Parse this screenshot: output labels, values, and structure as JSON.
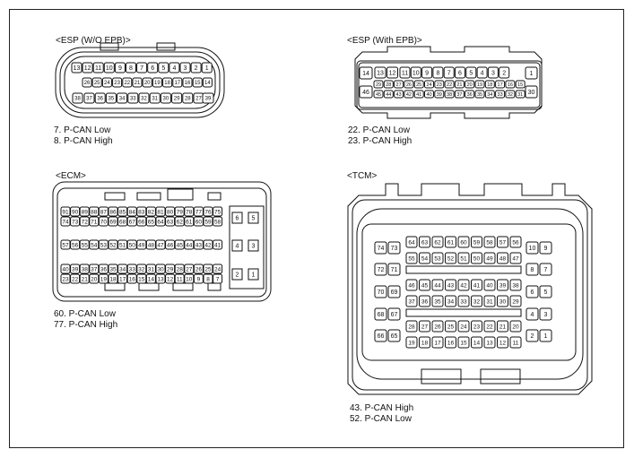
{
  "esp_wo": {
    "title": "<ESP (W/O EPB)>",
    "notes": [
      "7. P-CAN Low",
      "8. P-CAN High"
    ],
    "row1": [
      "13",
      "12",
      "11",
      "10",
      "9",
      "8",
      "7",
      "6",
      "5",
      "4",
      "3",
      "2",
      "1"
    ],
    "row2": [
      "26",
      "25",
      "24",
      "23",
      "22",
      "21",
      "20",
      "19",
      "18",
      "17",
      "16",
      "15",
      "14"
    ],
    "row3": [
      "38",
      "37",
      "36",
      "35",
      "34",
      "33",
      "32",
      "31",
      "30",
      "29",
      "28",
      "27"
    ]
  },
  "esp_with": {
    "title": "<ESP (With EPB)>",
    "notes": [
      "22. P-CAN Low",
      "23. P-CAN High"
    ],
    "big": [
      "14",
      "1",
      "46",
      "30"
    ],
    "row1": [
      "13",
      "12",
      "11",
      "10",
      "9",
      "8",
      "7",
      "6",
      "5",
      "4",
      "3",
      "2"
    ],
    "row2": [
      "29",
      "28",
      "27",
      "26",
      "25",
      "24",
      "23",
      "22",
      "21",
      "20",
      "19",
      "18",
      "17",
      "16",
      "15"
    ],
    "row3": [
      "45",
      "44",
      "43",
      "42",
      "41",
      "40",
      "39",
      "38",
      "37",
      "36",
      "35",
      "34",
      "33",
      "32",
      "31"
    ]
  },
  "ecm": {
    "title": "<ECM>",
    "notes": [
      "60. P-CAN Low",
      "77. P-CAN High"
    ],
    "rows": [
      [
        "91",
        "90",
        "89",
        "88",
        "87",
        "86",
        "85",
        "84",
        "83",
        "82",
        "81",
        "80",
        "79",
        "78",
        "77",
        "76",
        "75"
      ],
      [
        "74",
        "73",
        "72",
        "71",
        "70",
        "69",
        "68",
        "67",
        "66",
        "65",
        "64",
        "63",
        "62",
        "61",
        "60",
        "59",
        "58"
      ],
      [
        "57",
        "56",
        "55",
        "54",
        "53",
        "52",
        "51",
        "50",
        "49",
        "48",
        "47",
        "46",
        "45",
        "44",
        "43",
        "42",
        "41"
      ],
      [
        "40",
        "39",
        "38",
        "37",
        "36",
        "35",
        "34",
        "33",
        "32",
        "31",
        "30",
        "29",
        "28",
        "27",
        "26",
        "25",
        "24"
      ],
      [
        "23",
        "22",
        "21",
        "20",
        "19",
        "18",
        "17",
        "16",
        "15",
        "14",
        "13",
        "12",
        "11",
        "10",
        "9",
        "8",
        "7"
      ]
    ],
    "side": [
      "6",
      "5",
      "4",
      "3",
      "2",
      "1"
    ]
  },
  "tcm": {
    "title": "<TCM>",
    "notes": [
      "43. P-CAN High",
      "52. P-CAN Low"
    ],
    "left": [
      [
        "74",
        "73"
      ],
      [
        "72",
        "71"
      ],
      [
        "70",
        "69"
      ],
      [
        "68",
        "67"
      ],
      [
        "66",
        "65"
      ]
    ],
    "right": [
      [
        "10",
        "9"
      ],
      [
        "8",
        "7"
      ],
      [
        "6",
        "5"
      ],
      [
        "4",
        "3"
      ],
      [
        "2",
        "1"
      ]
    ],
    "center": [
      [
        "64",
        "63",
        "62",
        "61",
        "60",
        "59",
        "58",
        "57",
        "56"
      ],
      [
        "55",
        "54",
        "53",
        "52",
        "51",
        "50",
        "49",
        "48",
        "47"
      ],
      [
        "46",
        "45",
        "44",
        "43",
        "42",
        "41",
        "40",
        "39",
        "38"
      ],
      [
        "37",
        "36",
        "35",
        "34",
        "33",
        "32",
        "31",
        "30",
        "29"
      ],
      [
        "28",
        "27",
        "26",
        "25",
        "24",
        "23",
        "22",
        "21",
        "20"
      ],
      [
        "19",
        "18",
        "17",
        "16",
        "15",
        "14",
        "13",
        "12",
        "11"
      ]
    ]
  }
}
